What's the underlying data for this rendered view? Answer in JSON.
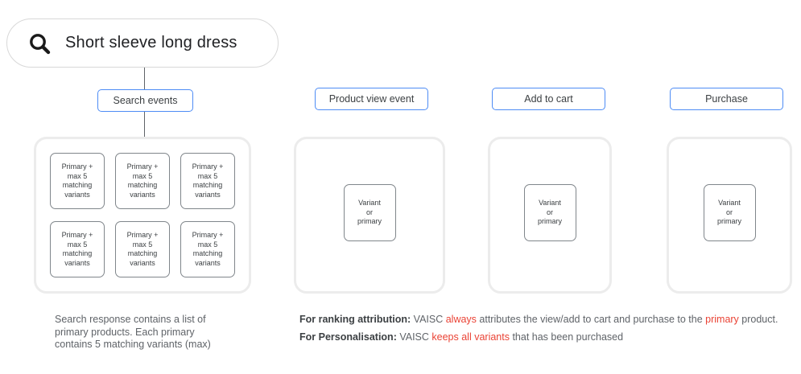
{
  "search_bar": {
    "query": "Short sleeve long dress"
  },
  "events": {
    "search": {
      "label": "Search events",
      "cards": [
        "Primary +\nmax 5\nmatching\nvariants",
        "Primary +\nmax 5\nmatching\nvariants",
        "Primary +\nmax 5\nmatching\nvariants",
        "Primary +\nmax 5\nmatching\nvariants",
        "Primary +\nmax 5\nmatching\nvariants",
        "Primary +\nmax 5\nmatching\nvariants"
      ]
    },
    "product_view": {
      "label": "Product view event",
      "card": "Variant\nor\nprimary"
    },
    "add_to_cart": {
      "label": "Add to cart",
      "card": "Variant\nor\nprimary"
    },
    "purchase": {
      "label": "Purchase",
      "card": "Variant\nor\nprimary"
    }
  },
  "caption": "Search response contains a list of\nprimary products. Each primary\ncontains 5 matching variants (max)",
  "notes": {
    "ranking": [
      {
        "text": "For ranking attribution:",
        "style": "bold"
      },
      {
        "text": " VAISC ",
        "style": "normal"
      },
      {
        "text": "always",
        "style": "red"
      },
      {
        "text": " attributes the view/add to cart and purchase to the ",
        "style": "normal"
      },
      {
        "text": "primary",
        "style": "red"
      },
      {
        "text": " product.",
        "style": "normal"
      }
    ],
    "personalisation": [
      {
        "text": "For Personalisation:",
        "style": "bold"
      },
      {
        "text": " VAISC ",
        "style": "normal"
      },
      {
        "text": "keeps all variants",
        "style": "red"
      },
      {
        "text": " that has been purchased",
        "style": "normal"
      }
    ]
  },
  "colors": {
    "accent_blue": "#4e8cf5",
    "alert_red": "#ea4335",
    "muted_gray": "#5f6368",
    "border_gray": "#ececec"
  }
}
